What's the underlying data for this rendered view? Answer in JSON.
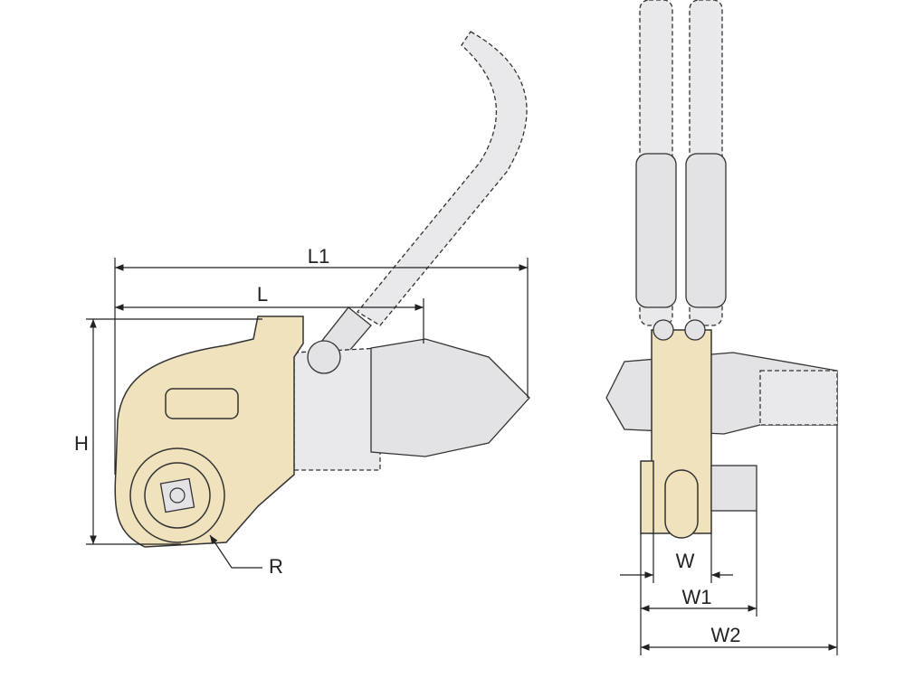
{
  "drawing": {
    "title": "Hydraulic torque wrench dimension drawing",
    "dimensions": {
      "L1": "L1",
      "L": "L",
      "H": "H",
      "R": "R",
      "W": "W",
      "W1": "W1",
      "W2": "W2"
    },
    "colors": {
      "body": "#efe2bd",
      "cylinder": "#e3e3e6",
      "line": "#222222"
    }
  }
}
